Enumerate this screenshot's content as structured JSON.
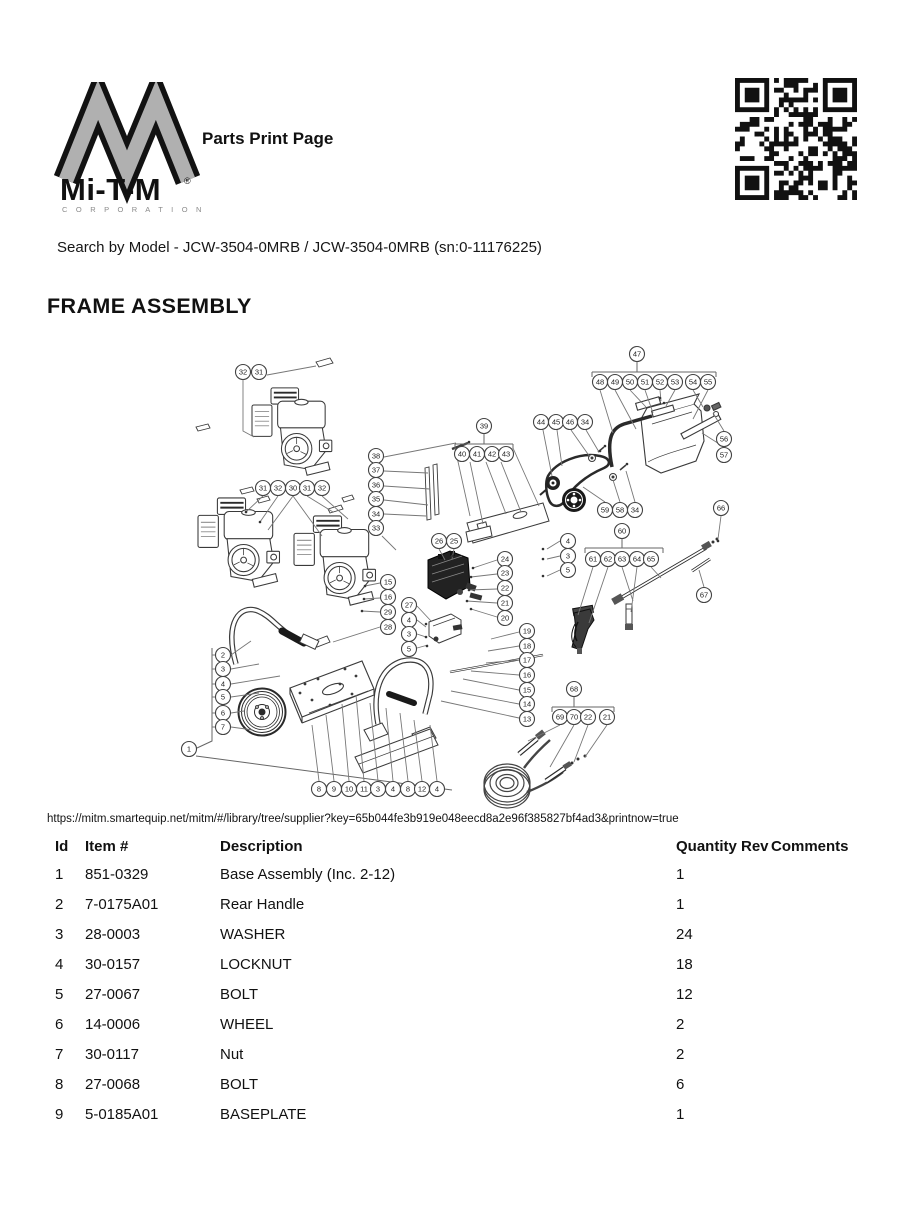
{
  "header": {
    "logo": {
      "brand": "Mi-T-M",
      "registered": "®",
      "subtext": "C O R P O R A T I O N"
    },
    "title": "Parts Print Page"
  },
  "search_line": "Search by Model - JCW-3504-0MRB  / JCW-3504-0MRB (sn:0-11176225)",
  "section_title": "FRAME ASSEMBLY",
  "source_url": "https://mitm.smartequip.net/mitm/#/library/tree/supplier?key=65b044fe3b919e048eecd8a2e96f385827bf4ad3&printnow=true",
  "diagram": {
    "balloons": [
      [
        32,
        243,
        372
      ],
      [
        31,
        259,
        372
      ],
      [
        31,
        263,
        488
      ],
      [
        32,
        278,
        488
      ],
      [
        30,
        293,
        488
      ],
      [
        31,
        307,
        488
      ],
      [
        32,
        322,
        488
      ],
      [
        38,
        376,
        456
      ],
      [
        37,
        376,
        470
      ],
      [
        36,
        376,
        485
      ],
      [
        35,
        376,
        499
      ],
      [
        34,
        376,
        514
      ],
      [
        33,
        376,
        528
      ],
      [
        39,
        484,
        426
      ],
      [
        40,
        462,
        454
      ],
      [
        41,
        477,
        454
      ],
      [
        42,
        492,
        454
      ],
      [
        43,
        506,
        454
      ],
      [
        44,
        541,
        422
      ],
      [
        45,
        556,
        422
      ],
      [
        46,
        570,
        422
      ],
      [
        34,
        585,
        422
      ],
      [
        47,
        637,
        354
      ],
      [
        48,
        600,
        382
      ],
      [
        49,
        615,
        382
      ],
      [
        50,
        630,
        382
      ],
      [
        51,
        645,
        382
      ],
      [
        52,
        660,
        382
      ],
      [
        53,
        675,
        382
      ],
      [
        54,
        693,
        382
      ],
      [
        55,
        708,
        382
      ],
      [
        56,
        724,
        439
      ],
      [
        57,
        724,
        455
      ],
      [
        59,
        605,
        510
      ],
      [
        58,
        620,
        510
      ],
      [
        34,
        635,
        510
      ],
      [
        60,
        622,
        531
      ],
      [
        61,
        593,
        559
      ],
      [
        62,
        608,
        559
      ],
      [
        63,
        622,
        559
      ],
      [
        64,
        637,
        559
      ],
      [
        65,
        651,
        559
      ],
      [
        66,
        721,
        508
      ],
      [
        67,
        704,
        595
      ],
      [
        4,
        568,
        541
      ],
      [
        3,
        568,
        556
      ],
      [
        5,
        568,
        570
      ],
      [
        26,
        439,
        541
      ],
      [
        25,
        454,
        541
      ],
      [
        24,
        505,
        559
      ],
      [
        23,
        505,
        573
      ],
      [
        22,
        505,
        588
      ],
      [
        21,
        505,
        603
      ],
      [
        20,
        505,
        618
      ],
      [
        15,
        388,
        582
      ],
      [
        16,
        388,
        597
      ],
      [
        29,
        388,
        612
      ],
      [
        28,
        388,
        627
      ],
      [
        27,
        409,
        605
      ],
      [
        4,
        409,
        620
      ],
      [
        3,
        409,
        634
      ],
      [
        5,
        409,
        649
      ],
      [
        19,
        527,
        631
      ],
      [
        18,
        527,
        646
      ],
      [
        17,
        527,
        660
      ],
      [
        16,
        527,
        675
      ],
      [
        15,
        527,
        690
      ],
      [
        14,
        527,
        704
      ],
      [
        13,
        527,
        719
      ],
      [
        2,
        223,
        655
      ],
      [
        3,
        223,
        669
      ],
      [
        4,
        223,
        684
      ],
      [
        5,
        223,
        697
      ],
      [
        6,
        223,
        713
      ],
      [
        7,
        223,
        727
      ],
      [
        1,
        189,
        749
      ],
      [
        8,
        319,
        789
      ],
      [
        9,
        334,
        789
      ],
      [
        10,
        349,
        789
      ],
      [
        11,
        364,
        789
      ],
      [
        3,
        378,
        789
      ],
      [
        4,
        393,
        789
      ],
      [
        8,
        408,
        789
      ],
      [
        12,
        422,
        789
      ],
      [
        4,
        437,
        789
      ],
      [
        68,
        574,
        689
      ],
      [
        69,
        560,
        717
      ],
      [
        70,
        574,
        717
      ],
      [
        22,
        588,
        717
      ],
      [
        21,
        607,
        717
      ]
    ]
  },
  "parts_table": {
    "columns": [
      "Id",
      "Item #",
      "Description",
      "Quantity",
      "Rev",
      "Comments"
    ],
    "rows": [
      {
        "id": "1",
        "item": "851-0329",
        "description": "Base Assembly (Inc. 2-12)",
        "quantity": "1",
        "rev": "",
        "comments": ""
      },
      {
        "id": "2",
        "item": "7-0175A01",
        "description": "Rear Handle",
        "quantity": "1",
        "rev": "",
        "comments": ""
      },
      {
        "id": "3",
        "item": "28-0003",
        "description": "WASHER",
        "quantity": "24",
        "rev": "",
        "comments": ""
      },
      {
        "id": "4",
        "item": "30-0157",
        "description": "LOCKNUT",
        "quantity": "18",
        "rev": "",
        "comments": ""
      },
      {
        "id": "5",
        "item": "27-0067",
        "description": "BOLT",
        "quantity": "12",
        "rev": "",
        "comments": ""
      },
      {
        "id": "6",
        "item": "14-0006",
        "description": "WHEEL",
        "quantity": "2",
        "rev": "",
        "comments": ""
      },
      {
        "id": "7",
        "item": "30-0117",
        "description": "Nut",
        "quantity": "2",
        "rev": "",
        "comments": ""
      },
      {
        "id": "8",
        "item": "27-0068",
        "description": "BOLT",
        "quantity": "6",
        "rev": "",
        "comments": ""
      },
      {
        "id": "9",
        "item": "5-0185A01",
        "description": "BASEPLATE",
        "quantity": "1",
        "rev": "",
        "comments": ""
      }
    ]
  }
}
